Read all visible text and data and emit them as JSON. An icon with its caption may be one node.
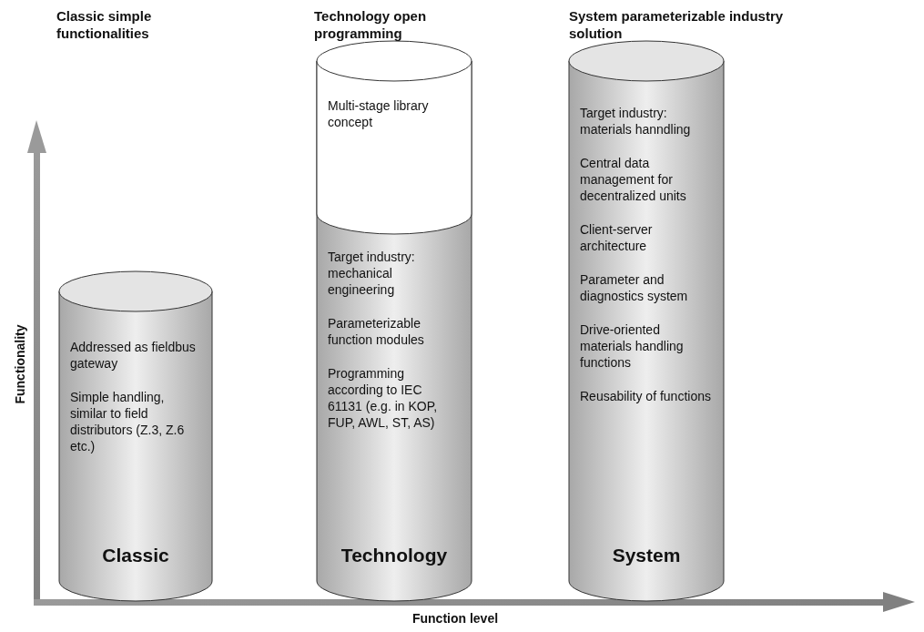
{
  "diagram": {
    "nodes": [
      {
        "text": [
          "Addressed as fieldbus gateway",
          "Simple handling, similar to field distributors (Z.3, Z.6 etc.)",
          "Classic"
        ]
      },
      {
        "text": [
          "Multi-stage library concept",
          "Target industry: mechanical engineering",
          "Parameterizable function modules",
          "Programming according to IEC 61131 (e.g. in KOP, FUP, AWL, ST, AS)",
          "Technology"
        ]
      },
      {
        "text": [
          "Target industry: materials hanndling",
          "Central data management for decentralized units",
          "Client-server architecture",
          "Parameter and diagnostics system",
          "Drive-oriented materials handling functions",
          "Reusability of functions",
          "System"
        ]
      }
    ],
    "labels": [
      "Classic simple functionalities",
      "Technology open programming",
      "System parameterizable industry solution",
      "Functionality",
      "Function level"
    ]
  }
}
